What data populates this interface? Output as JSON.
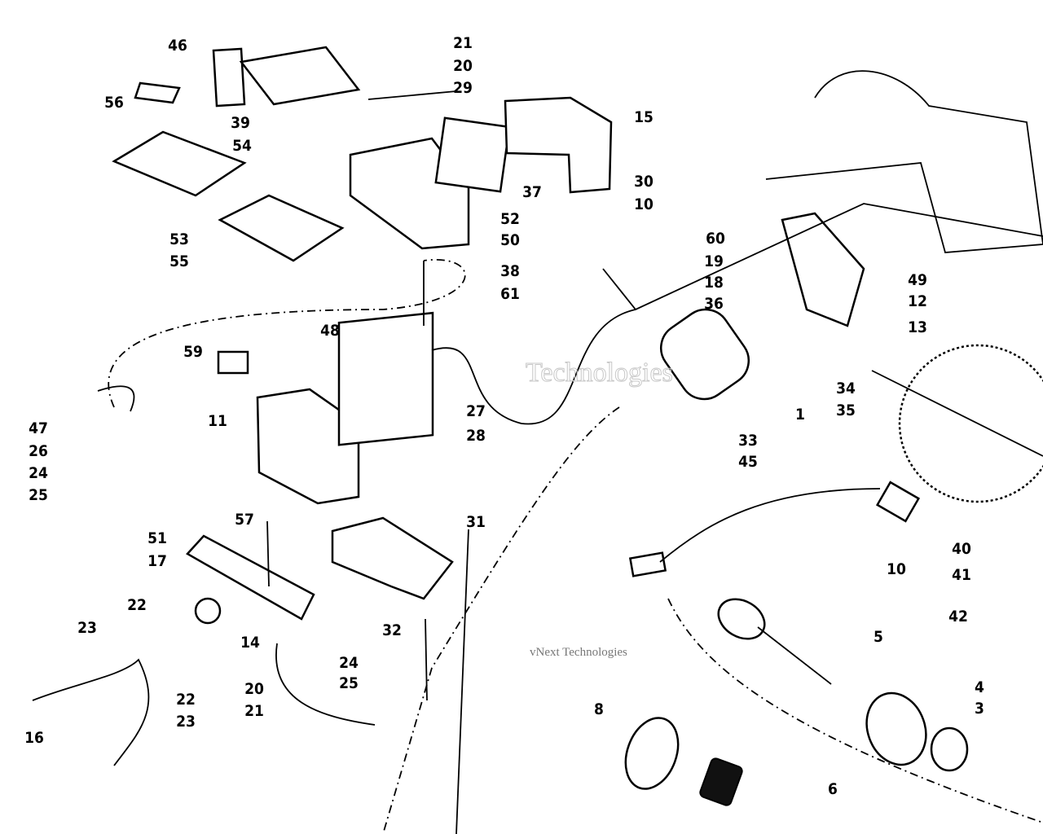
{
  "diagram": {
    "title": "Electrical / starter exploded parts diagram",
    "callouts": [
      "46",
      "21",
      "20",
      "29",
      "56",
      "15",
      "39",
      "54",
      "37",
      "30",
      "10",
      "52",
      "50",
      "60",
      "38",
      "19",
      "61",
      "18",
      "36",
      "49",
      "12",
      "13",
      "53",
      "55",
      "48",
      "59",
      "1",
      "34",
      "35",
      "27",
      "28",
      "11",
      "47",
      "26",
      "24",
      "25",
      "33",
      "45",
      "57",
      "31",
      "51",
      "17",
      "40",
      "10",
      "41",
      "42",
      "22",
      "23",
      "32",
      "14",
      "5",
      "24",
      "25",
      "20",
      "21",
      "22",
      "23",
      "4",
      "3",
      "8",
      "16",
      "6"
    ],
    "watermark": {
      "line1": "vNext Technologies",
      "line2": "Technologies"
    }
  }
}
